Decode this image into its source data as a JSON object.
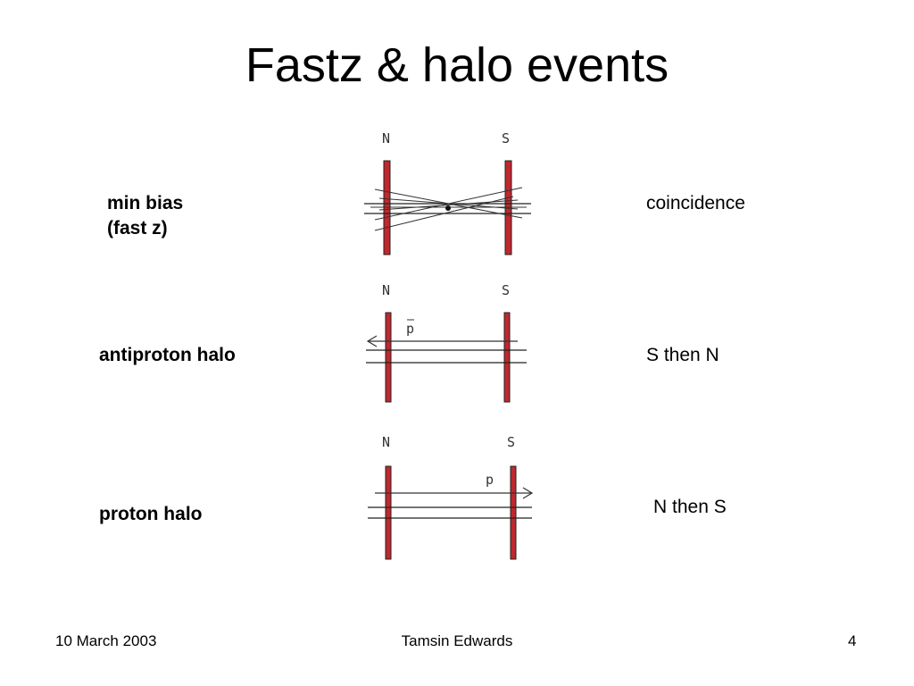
{
  "slide": {
    "title": "Fastz & halo events",
    "rows": [
      {
        "left_label_lines": [
          "min bias",
          "(fast z)"
        ],
        "right_label": "coincidence",
        "diagram": {
          "north_label": "N",
          "south_label": "S",
          "particle_label": ""
        }
      },
      {
        "left_label_lines": [
          "antiproton halo"
        ],
        "right_label": "S then N",
        "diagram": {
          "north_label": "N",
          "south_label": "S",
          "particle_label": "p"
        }
      },
      {
        "left_label_lines": [
          "proton halo"
        ],
        "right_label": "N then S",
        "diagram": {
          "north_label": "N",
          "south_label": "S",
          "particle_label": "p"
        }
      }
    ],
    "colors": {
      "counter_red": "#c0282d",
      "line": "#222222"
    }
  },
  "footer": {
    "date": "10 March 2003",
    "author": "Tamsin Edwards",
    "page": "4"
  }
}
